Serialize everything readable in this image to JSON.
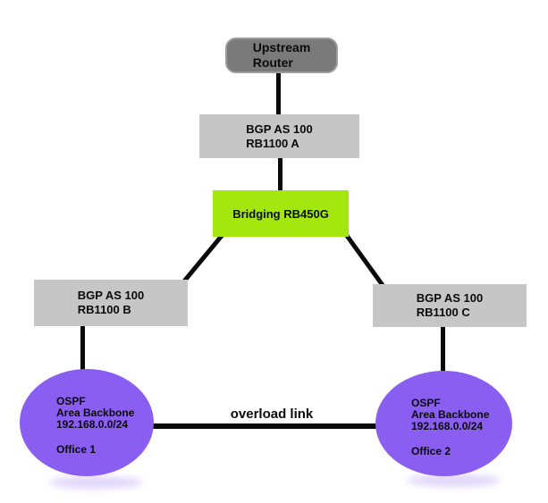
{
  "colors": {
    "background": "#ffffff",
    "upstream_fill": "#7a7a7a",
    "bgp_box_fill": "#c6c6c6",
    "bridge_fill": "#a4e70e",
    "ospf_ellipse_fill": "#8a5ef0",
    "edge_line": "#0a0a0a",
    "text": "#0a0a0a"
  },
  "nodes": {
    "upstream_router": {
      "line1": "Upstream",
      "line2": "Router"
    },
    "rb1100_a": {
      "line1": "BGP AS 100",
      "line2": "RB1100 A"
    },
    "bridge": {
      "label": "Bridging RB450G"
    },
    "rb1100_b": {
      "line1": "BGP AS 100",
      "line2": "RB1100 B"
    },
    "rb1100_c": {
      "line1": "BGP AS 100",
      "line2": "RB1100 C"
    },
    "office_1": {
      "line1": "OSPF",
      "line2": "Area Backbone",
      "line3": "192.168.0.0/24",
      "line4": "Office 1"
    },
    "office_2": {
      "line1": "OSPF",
      "line2": "Area Backbone",
      "line3": "192.168.0.0/24",
      "line4": "Office 2"
    }
  },
  "labels": {
    "overload_link": "overload link"
  }
}
